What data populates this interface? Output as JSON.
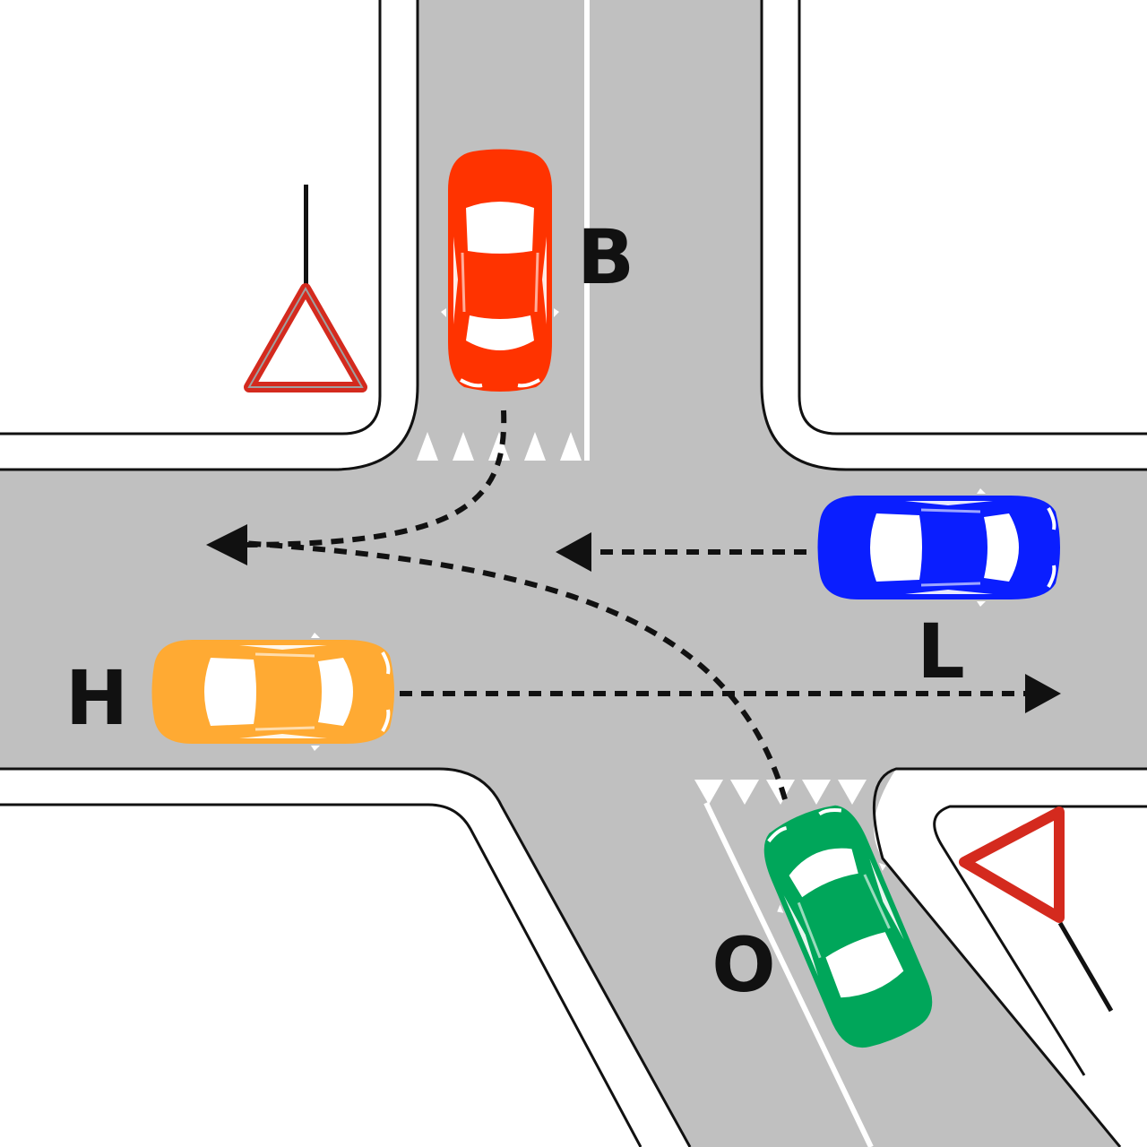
{
  "cars": {
    "b": {
      "label": "B",
      "color": "#ff3300",
      "heading": "south"
    },
    "l": {
      "label": "L",
      "color": "#0a1eff",
      "heading": "west"
    },
    "h": {
      "label": "H",
      "color": "#ffaa33",
      "heading": "east"
    },
    "o": {
      "label": "O",
      "color": "#00a65a",
      "heading": "north-west"
    }
  },
  "colors": {
    "road": "#c0c0c0",
    "curb": "#111111",
    "marking": "#ffffff",
    "path": "#111111",
    "sign_border": "#d42a1e"
  },
  "signs": [
    {
      "type": "yield",
      "shape": "triangle-point-up"
    },
    {
      "type": "yield",
      "shape": "triangle-point-down"
    }
  ]
}
